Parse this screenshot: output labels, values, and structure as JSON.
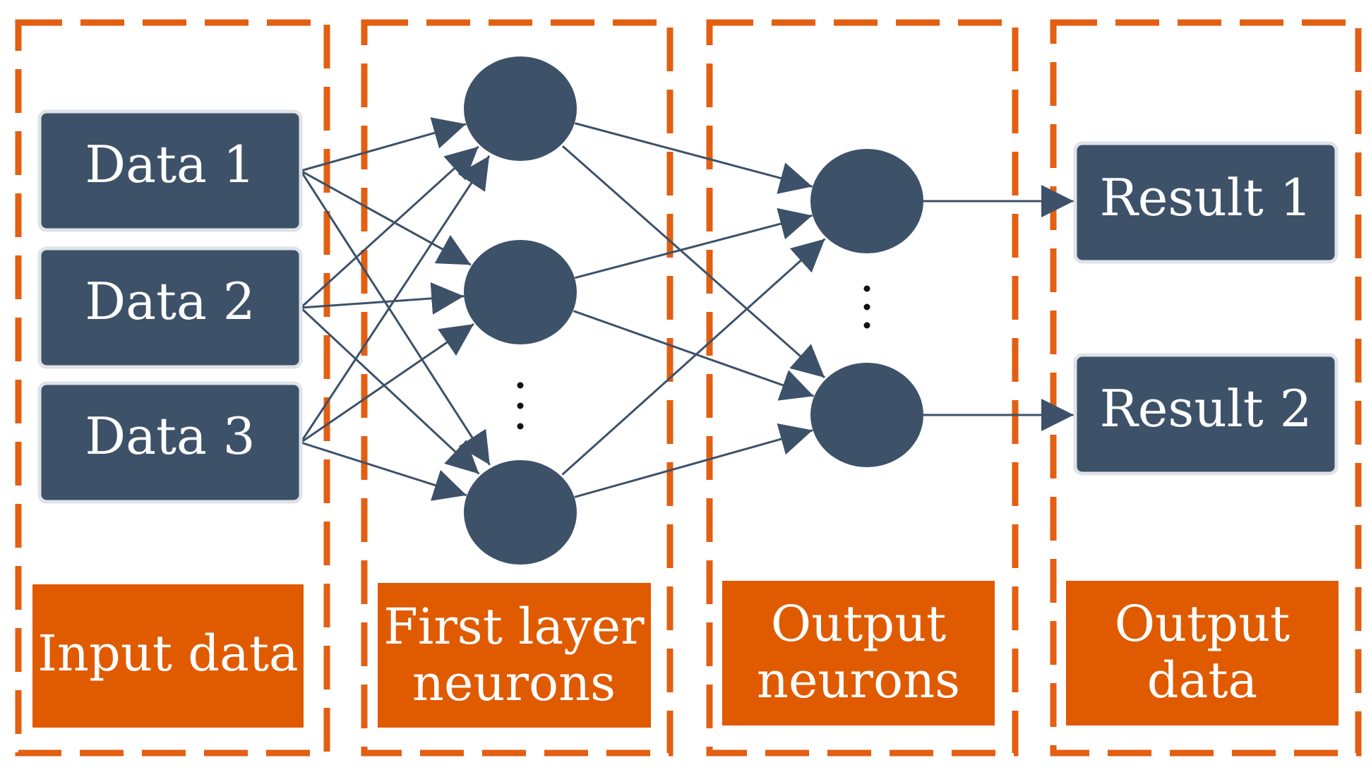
{
  "colors": {
    "frame": "#e35f12",
    "label_fill": "#e05a00",
    "node_fill": "#3d5169",
    "edge": "#3d5169",
    "text": "#ffffff"
  },
  "columns": {
    "input": {
      "label_lines": [
        "Input data"
      ],
      "items": [
        "Data 1",
        "Data 2",
        "Data 3"
      ]
    },
    "hidden": {
      "label_lines": [
        "First layer",
        "neurons"
      ],
      "neuron_count_shown": 3,
      "ellipsis": true
    },
    "output": {
      "label_lines": [
        "Output",
        "neurons"
      ],
      "neuron_count_shown": 2,
      "ellipsis": true
    },
    "results": {
      "label_lines": [
        "Output",
        "data"
      ],
      "items": [
        "Result 1",
        "Result 2"
      ]
    }
  },
  "connections": {
    "input_to_hidden": "all-to-all",
    "hidden_to_output": "all-to-all",
    "output_to_results": "one-to-one"
  }
}
